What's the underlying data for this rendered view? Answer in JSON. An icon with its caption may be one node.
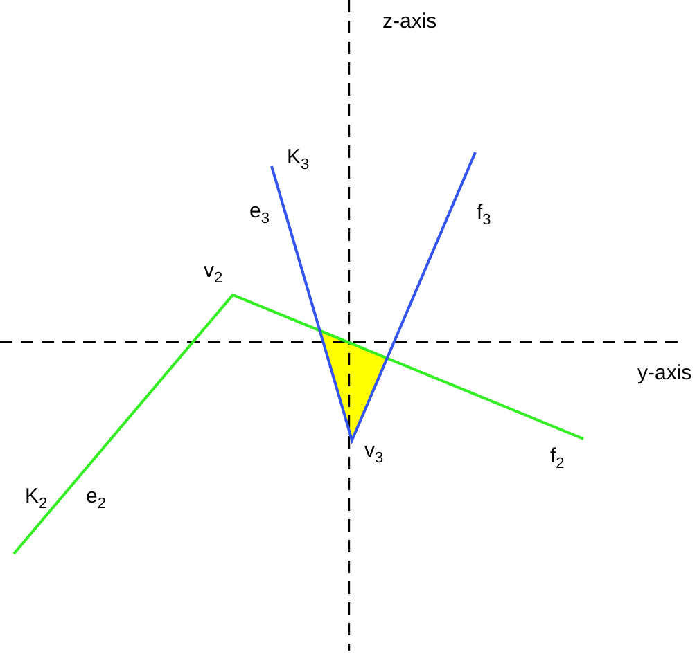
{
  "diagram": {
    "labels": [
      "z-axis",
      "K$_{3}$",
      "e$_{3}$",
      "f$_{3}$",
      "v$_{2}$",
      "y-axis",
      "v$_{3}$",
      "f$_{2}$",
      "K$_{2}$",
      "e$_{2}$"
    ]
  }
}
